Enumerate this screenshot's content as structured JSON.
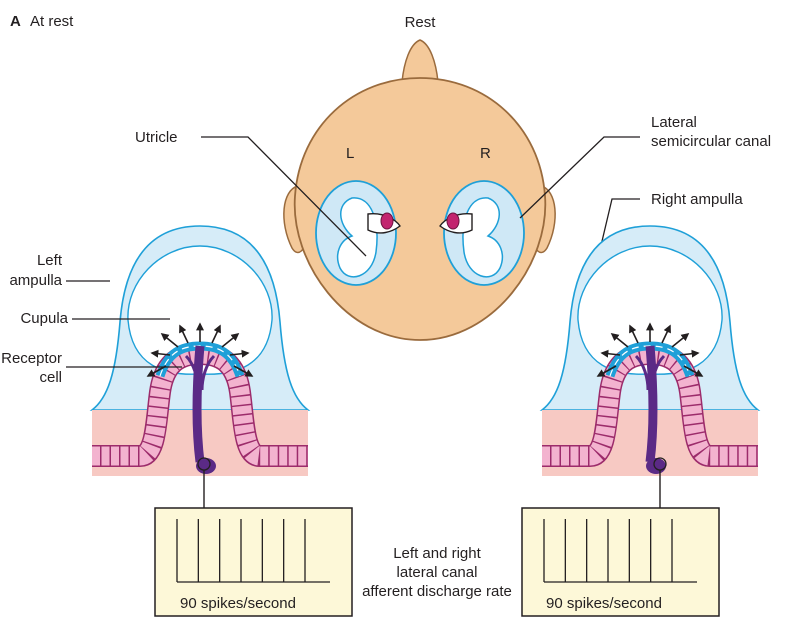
{
  "panel": {
    "letter": "A",
    "title": "At rest"
  },
  "head": {
    "state_label": "Rest",
    "left_label": "L",
    "right_label": "R"
  },
  "labels": {
    "utricle": "Utricle",
    "lateral_canal_line1": "Lateral",
    "lateral_canal_line2": "semicircular canal",
    "right_ampulla": "Right ampulla",
    "left_ampulla_line1": "Left",
    "left_ampulla_line2": "ampulla",
    "cupula": "Cupula",
    "receptor_line1": "Receptor",
    "receptor_line2": "cell"
  },
  "caption": {
    "line1": "Left and right",
    "line2": "lateral canal",
    "line3": "afferent discharge rate"
  },
  "left_recording": {
    "rate_label": "90 spikes/second",
    "spikes": 7
  },
  "right_recording": {
    "rate_label": "90 spikes/second",
    "spikes": 7
  },
  "colors": {
    "skin": "#f4c99a",
    "skin_outline": "#9a6b3d",
    "canal_fill": "#cfe8f6",
    "canal_line": "#1fa0d8",
    "epithelium": "#f3b3cf",
    "epithelium_line": "#9c2b6b",
    "base_tissue": "#f7c9c3",
    "nerve": "#5b2a86",
    "recording_box": "#fdf8d8"
  }
}
